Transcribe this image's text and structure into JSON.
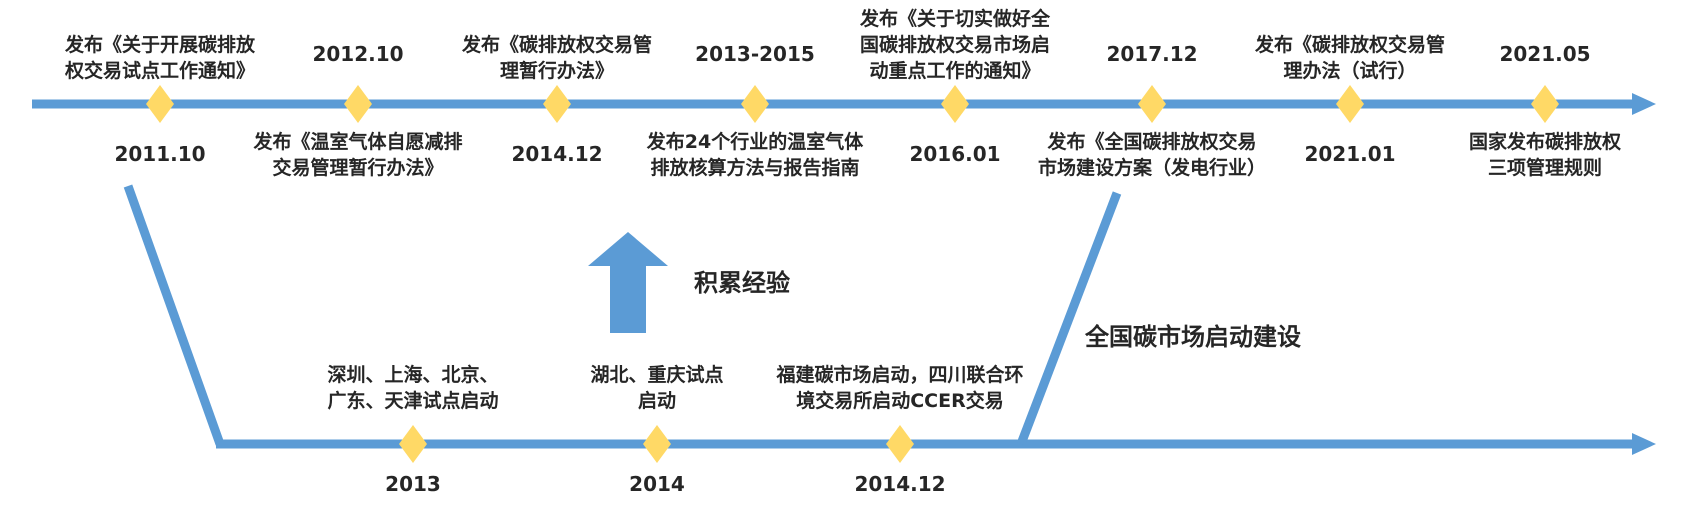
{
  "colors": {
    "line": "#5b9bd5",
    "marker": "#ffd966",
    "text": "#262626"
  },
  "top_timeline": [
    {
      "date": "2011.10",
      "text": "发布《关于开展碳排放\n权交易试点工作通知》"
    },
    {
      "date": "2012.10",
      "text": "发布《温室气体自愿减排\n交易管理暂行办法》"
    },
    {
      "date": "2014.12",
      "text": "发布《碳排放权交易管\n理暂行办法》"
    },
    {
      "date": "2013-2015",
      "text": "发布24个行业的温室气体\n排放核算方法与报告指南"
    },
    {
      "date": "2016.01",
      "text": "发布《关于切实做好全\n国碳排放权交易市场启\n动重点工作的通知》"
    },
    {
      "date": "2017.12",
      "text": "发布《全国碳排放权交易\n市场建设方案（发电行业）"
    },
    {
      "date": "2021.01",
      "text": "发布《碳排放权交易管\n理办法（试行）"
    },
    {
      "date": "2021.05",
      "text": "国家发布碳排放权\n三项管理规则"
    }
  ],
  "bottom_timeline": [
    {
      "date": "2013",
      "text": "深圳、上海、北京、\n广东、天津试点启动"
    },
    {
      "date": "2014",
      "text": "湖北、重庆试点\n启动"
    },
    {
      "date": "2014.12",
      "text": "福建碳市场启动，四川联合环\n境交易所启动CCER交易"
    }
  ],
  "accumulate_label": "积累经验",
  "national_label": "全国碳市场启动建设"
}
